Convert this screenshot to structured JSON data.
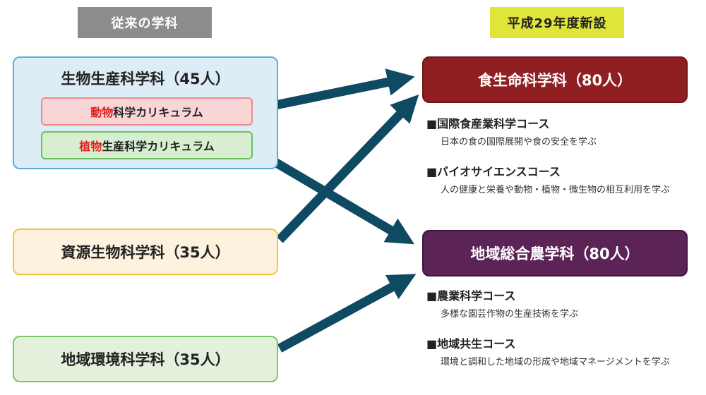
{
  "headers": {
    "left": "従来の学科",
    "right": "平成29年度新設"
  },
  "old_departments": {
    "bio": {
      "title": "生物生産科学科（45人）",
      "curricula": [
        {
          "highlight": "動物",
          "rest": "科学カリキュラム"
        },
        {
          "highlight": "植物",
          "rest": "生産科学カリキュラム"
        }
      ]
    },
    "resource": {
      "title": "資源生物科学科（35人）"
    },
    "environment": {
      "title": "地域環境科学科（35人）"
    }
  },
  "new_departments": {
    "food": {
      "title": "食生命科学科（80人）",
      "courses": [
        {
          "title": "■国際食産業科学コース",
          "desc": "日本の食の国際展開や食の安全を学ぶ"
        },
        {
          "title": "■バイオサイエンスコース",
          "desc": "人の健康と栄養や動物・植物・微生物の相互利用を学ぶ"
        }
      ]
    },
    "area": {
      "title": "地域総合農学科（80人）",
      "courses": [
        {
          "title": "■農業科学コース",
          "desc": "多様な園芸作物の生産技術を学ぶ"
        },
        {
          "title": "■地域共生コース",
          "desc": "環境と調和した地域の形成や地域マネージメントを学ぶ"
        }
      ]
    }
  },
  "colors": {
    "arrow": "#0f4a63",
    "food": "#901f22",
    "area": "#5b2356",
    "highlight": "#e02020"
  }
}
